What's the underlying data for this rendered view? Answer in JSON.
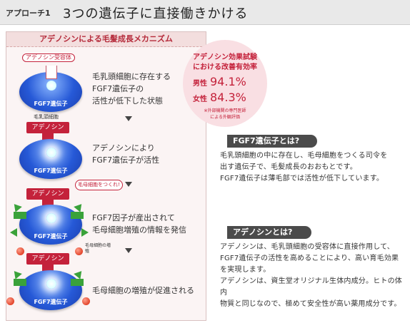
{
  "header": {
    "approach": "アプローチ1",
    "title": "3つの遺伝子に直接働きかける"
  },
  "mechanism": {
    "title": "アデノシンによる毛髪成長メカニズム",
    "receptor_label": "アデノシン受容体",
    "cell_label": "毛乳頭細胞",
    "gene_label": "FGF7遺伝子",
    "adenosine_label": "アデノシン",
    "bubble_label": "毛母細胞をつくれ!",
    "proliferation_label": "毛母細胞の増殖",
    "steps": [
      {
        "line1": "毛乳頭細胞に存在する",
        "line2": "FGF7遺伝子の",
        "line3": "活性が低下した状態"
      },
      {
        "line1": "アデノシンにより",
        "line2": "FGF7遺伝子が活性"
      },
      {
        "line1": "FGF7因子が産出されて",
        "line2": "毛母細胞増殖の情報を発信"
      },
      {
        "line1": "毛母細胞の増殖が促進される"
      }
    ]
  },
  "badge": {
    "line1": "アデノシン効果試験",
    "line2": "における改善有効率",
    "male_label": "男性",
    "male_value": "94.1%",
    "female_label": "女性",
    "female_value": "84.3%",
    "note1": "※外部機関の専門医師",
    "note2": "による外観評価"
  },
  "sections": [
    {
      "heading": "FGF7遺伝子とは?",
      "lines": [
        "毛乳頭細胞の中に存在し、毛母細胞をつくる司令を",
        "出す遺伝子で、毛髪成長のおおもとです。",
        "FGF7遺伝子は薄毛部では活性が低下しています。"
      ]
    },
    {
      "heading": "アデノシンとは?",
      "lines": [
        "アデノシンは、毛乳頭細胞の受容体に直接作用して、",
        "FGF7遺伝子の活性を高めることにより、高い育毛効果",
        "を実現します。",
        "アデノシンは、資生堂オリジナル生体内成分。ヒトの体内",
        "物質と同じなので、極めて安全性が高い薬用成分です。"
      ]
    }
  ],
  "colors": {
    "accent": "#c4223b",
    "cell_blue": "#2659d7",
    "green": "#3aa23a"
  }
}
